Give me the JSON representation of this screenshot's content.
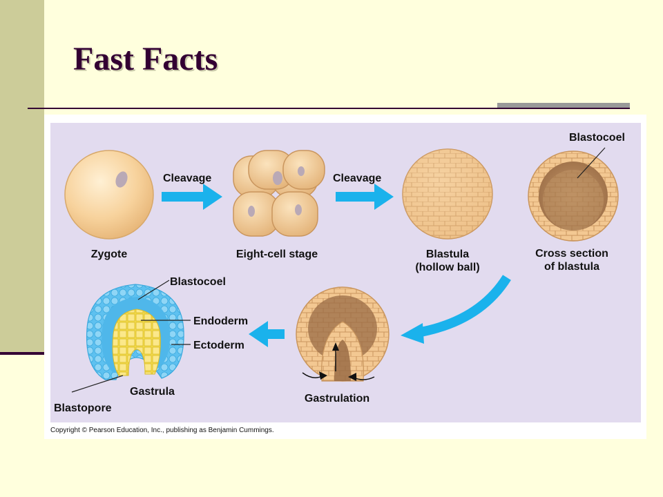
{
  "slide": {
    "title": "Fast Facts"
  },
  "diagram": {
    "labels": {
      "cleavage_1": "Cleavage",
      "cleavage_2": "Cleavage",
      "zygote": "Zygote",
      "eight_cell": "Eight-cell stage",
      "blastula_1": "Blastula",
      "blastula_2": "(hollow ball)",
      "blastocoel_top": "Blastocoel",
      "cross_section_1": "Cross section",
      "cross_section_2": "of blastula",
      "blastocoel_bottom": "Blastocoel",
      "endoderm": "Endoderm",
      "ectoderm": "Ectoderm",
      "gastrula": "Gastrula",
      "blastopore": "Blastopore",
      "gastrulation": "Gastrulation"
    },
    "copyright": "Copyright © Pearson Education, Inc., publishing as Benjamin Cummings.",
    "colors": {
      "panel": "#e2dbef",
      "arrow": "#1ab2ec",
      "zygote": "#f7d29c",
      "cell": "#f3c892",
      "cell_edge": "#c9955d",
      "cavity": "#b98a5e",
      "ectoderm": "#5ec1f0",
      "endoderm": "#f6dd4a"
    }
  }
}
